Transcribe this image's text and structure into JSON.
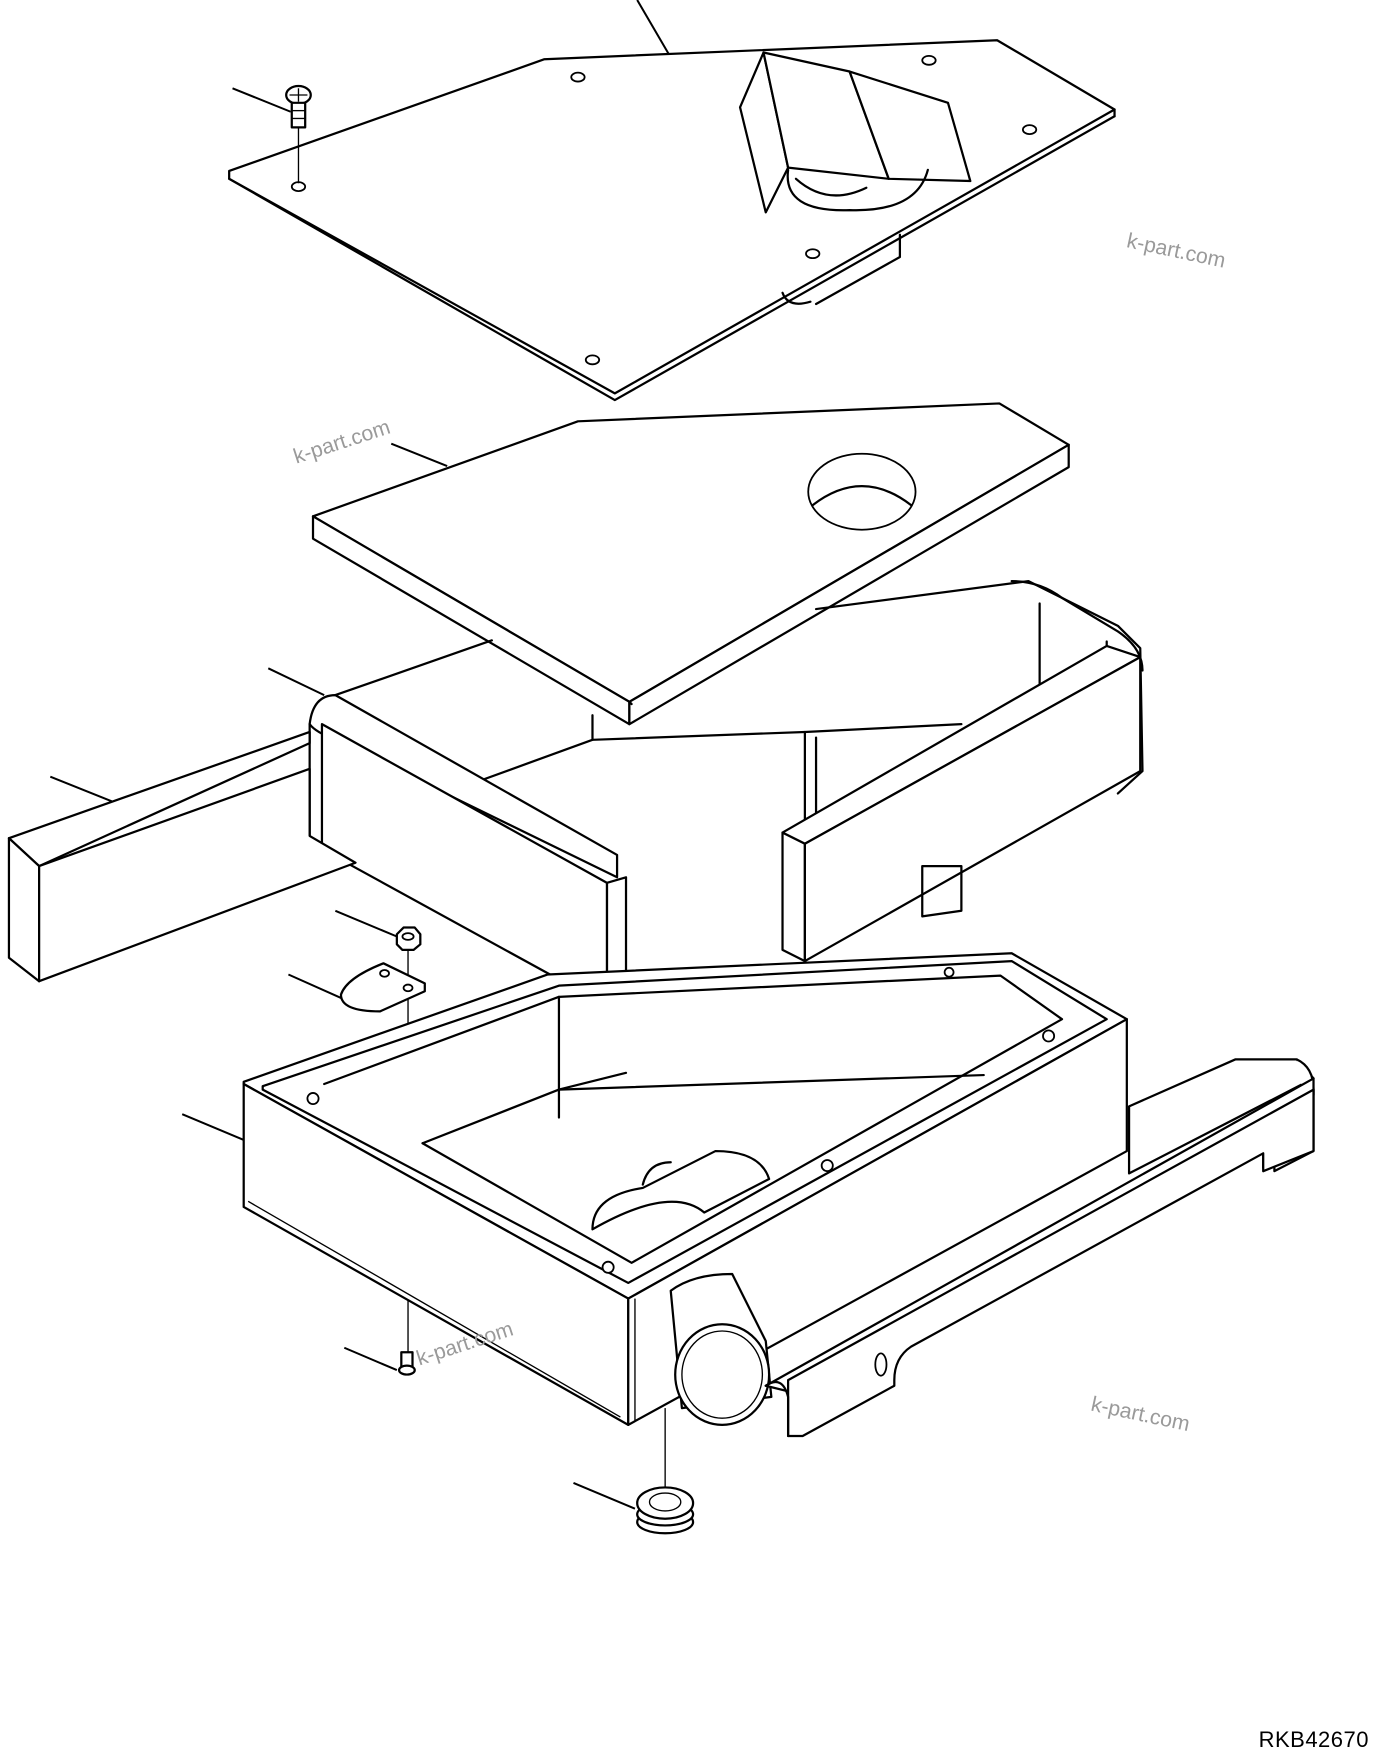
{
  "diagram": {
    "type": "exploded-parts-diagram",
    "drawing_code": "RKB42670",
    "watermarks": [
      "k-part.com",
      "k-part.com",
      "k-part.com",
      "k-part.com"
    ],
    "parts": [
      {
        "name": "top-cover-plate",
        "label": ""
      },
      {
        "name": "cover-screw",
        "label": ""
      },
      {
        "name": "foam-pad",
        "label": ""
      },
      {
        "name": "duct-frame",
        "label": ""
      },
      {
        "name": "foam-strip",
        "label": ""
      },
      {
        "name": "nut",
        "label": ""
      },
      {
        "name": "bracket-plate",
        "label": ""
      },
      {
        "name": "lower-case",
        "label": ""
      },
      {
        "name": "case-screw",
        "label": ""
      },
      {
        "name": "grommet",
        "label": ""
      },
      {
        "name": "mounting-rail",
        "label": ""
      }
    ],
    "colors": {
      "line": "#000000",
      "watermark": "#9a9a9a",
      "background": "#ffffff"
    }
  }
}
